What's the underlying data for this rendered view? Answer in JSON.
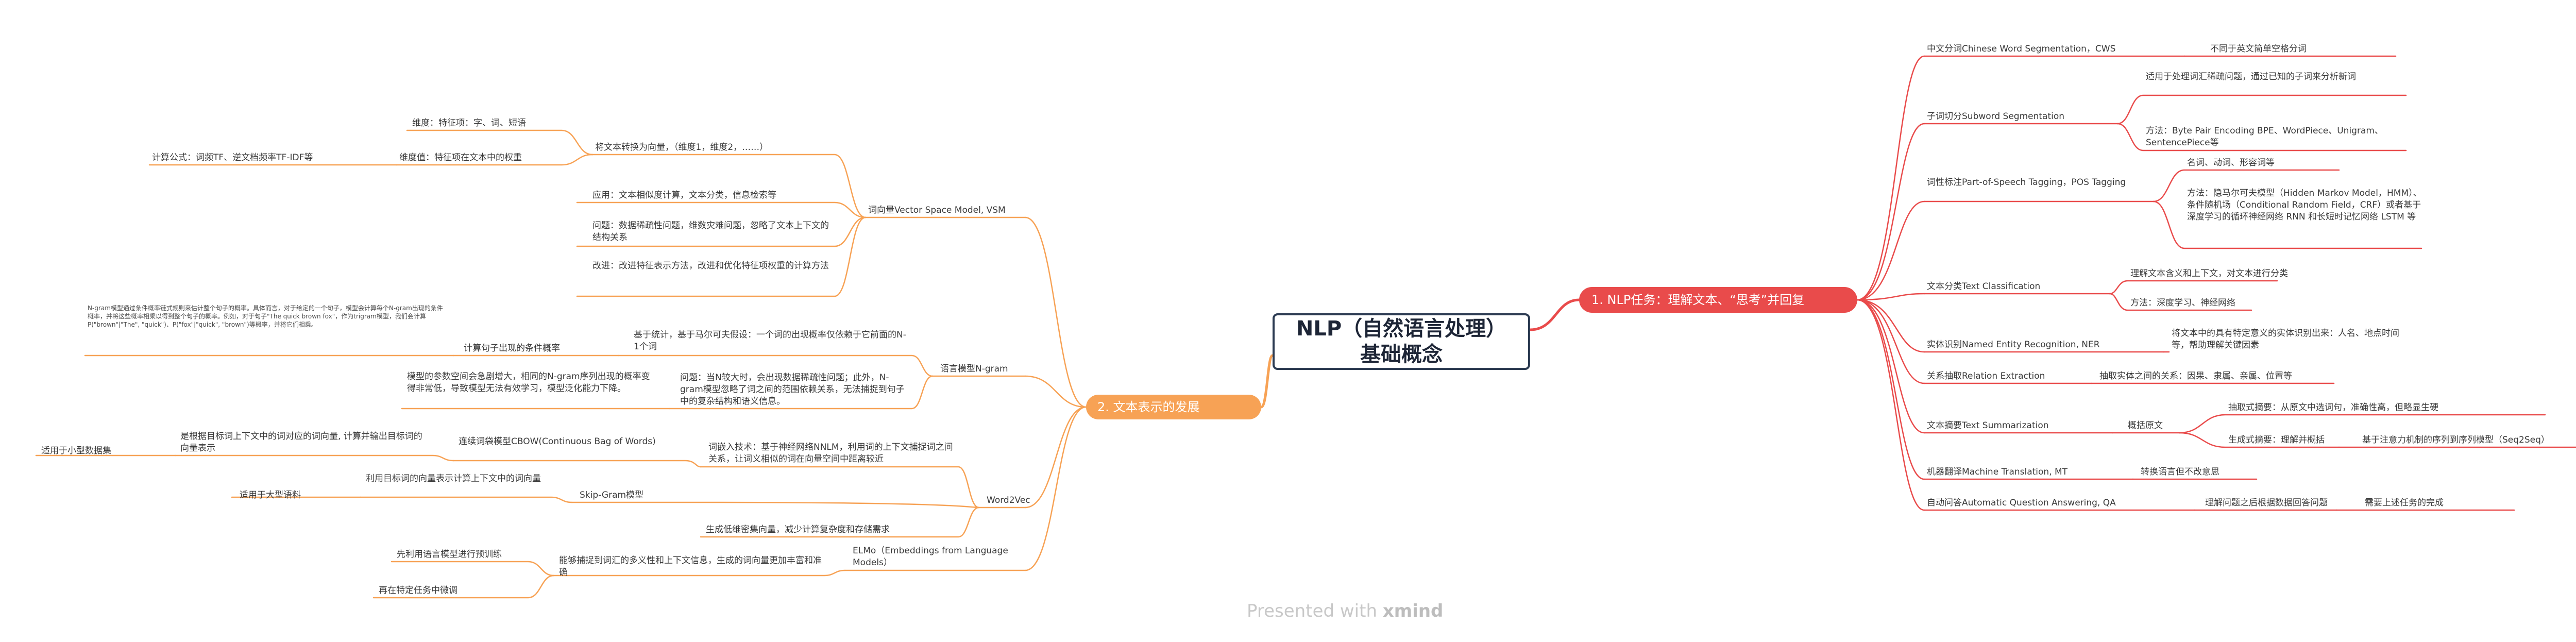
{
  "root": {
    "line1": "NLP（自然语言处理）",
    "line2": "基础概念"
  },
  "branch1": {
    "label": "1. NLP任务：理解文本、“思考”并回复",
    "cws": {
      "label": "中文分词Chinese Word Segmentation，CWS",
      "child": "不同于英文简单空格分词"
    },
    "subword": {
      "label": "子词切分Subword Segmentation",
      "c1": "适用于处理词汇稀疏问题，通过已知的子词来分析新词",
      "c2": "方法：Byte Pair Encoding BPE、WordPiece、Unigram、SentencePiece等"
    },
    "pos": {
      "label": "词性标注Part-of-Speech Tagging，POS Tagging",
      "c1": "名词、动词、形容词等",
      "c2": "方法：隐马尔可夫模型（Hidden Markov Model，HMM）、条件随机场（Conditional Random Field，CRF）或者基于深度学习的循环神经网络 RNN 和长短时记忆网络 LSTM 等"
    },
    "tc": {
      "label": "文本分类Text Classification",
      "c1": "理解文本含义和上下文，对文本进行分类",
      "c2": "方法：深度学习、神经网络"
    },
    "ner": {
      "label": "实体识别Named Entity Recognition, NER",
      "child": "将文本中的具有特定意义的实体识别出来：人名、地点时间等，帮助理解关键因素"
    },
    "re": {
      "label": "关系抽取Relation Extraction",
      "child": "抽取实体之间的关系：因果、隶属、亲属、位置等"
    },
    "ts": {
      "label": "文本摘要Text Summarization",
      "gen": "概括原文",
      "c1": "抽取式摘要：从原文中选词句，准确性高，但略显生硬",
      "c2": "生成式摘要：理解并概括",
      "c2child": "基于注意力机制的序列到序列模型（Seq2Seq）"
    },
    "mt": {
      "label": "机器翻译Machine Translation, MT",
      "child": "转换语言但不改意思"
    },
    "qa": {
      "label": "自动问答Automatic Question Answering, QA",
      "child": "理解问题之后根据数据回答问题",
      "grand": "需要上述任务的完成"
    }
  },
  "branch2": {
    "label": "2. 文本表示的发展",
    "vsm": {
      "label": "词向量Vector Space Model, VSM",
      "conv": "将文本转换为向量，（维度1，维度2，……）",
      "dim": "维度：特征项：字、词、短语",
      "val": "维度值：特征项在文本中的权重",
      "formula": "计算公式：词频TF、逆文档频率TF-IDF等",
      "app": "应用：文本相似度计算，文本分类，信息检索等",
      "problem": "问题：数据稀疏性问题，维数灾难问题，忽略了文本上下文的结构关系",
      "improve": "改进：改进特征表示方法，改进和优化特征项权重的计算方法"
    },
    "ngram": {
      "label": "语言模型N-gram",
      "basis": "基于统计，基于马尔可夫假设：一个词的出现概率仅依赖于它前面的N-1个词",
      "calc": "计算句子出现的条件概率",
      "note": "N-gram模型通过条件概率链式规则来估计整个句子的概率。具体而言，对于给定的一个句子，模型会计算每个N-gram出现的条件概率，并将这些概率相乘以得到整个句子的概率。例如，对于句子\"The quick brown fox\"，作为trigram模型，我们会计算 P(\"brown\"|\"The\", \"quick\")、P(\"fox\"|\"quick\", \"brown\")等概率，并将它们相乘。",
      "problem": "问题：当N较大时，会出现数据稀疏性问题；此外，N-gram模型忽略了词之间的范围依赖关系，无法捕捉到句子中的复杂结构和语义信息。",
      "problem_child": "模型的参数空间会急剧增大，相同的N-gram序列出现的概率变得非常低，导致模型无法有效学习，模型泛化能力下降。"
    },
    "w2v": {
      "label": "Word2Vec",
      "intro": "词嵌入技术：基于神经网络NNLM，利用词的上下文捕捉词之间关系，让词义相似的词在向量空间中距离较近",
      "cbow": "连续词袋模型CBOW(Continuous Bag of Words)",
      "cbow_desc": "是根据目标词上下文中的词对应的词向量, 计算并输出目标词的向量表示",
      "cbow_use": "适用于小型数据集",
      "sg": "Skip-Gram模型",
      "sg_desc": "利用目标词的向量表示计算上下文中的词向量",
      "sg_use": "适用于大型语料",
      "dense": "生成低维密集向量，减少计算复杂度和存储需求"
    },
    "elmo": {
      "label": "ELMo（Embeddings from Language Models）",
      "desc": "能够捕捉到词汇的多义性和上下文信息，生成的词向量更加丰富和准确",
      "pre": "先利用语言模型进行预训练",
      "ft": "再在特定任务中微调"
    }
  },
  "footer": {
    "presented": "Presented with",
    "brand": "xmind"
  },
  "colors": {
    "red": "#e94b4b",
    "orange": "#f7a255",
    "root_border": "#2c3b52"
  }
}
